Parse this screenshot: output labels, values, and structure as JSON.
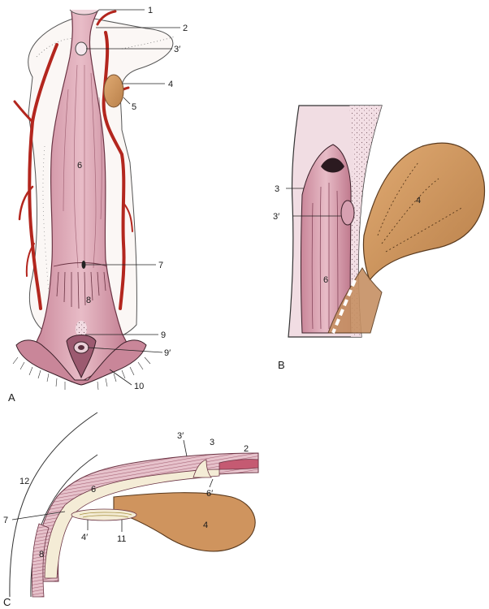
{
  "panels": {
    "a": "A",
    "b": "B",
    "c": "C"
  },
  "labels_a": [
    "1",
    "2",
    "3′",
    "4",
    "5",
    "6",
    "7",
    "8",
    "9",
    "9′",
    "10"
  ],
  "labels_b": [
    "3",
    "3′",
    "4",
    "6"
  ],
  "labels_c": [
    "3′",
    "3",
    "2",
    "12",
    "6",
    "6′",
    "7",
    "4′",
    "11",
    "4",
    "8"
  ],
  "colors": {
    "mucosa": "#d9a0b0",
    "mucosa_dark": "#b06a80",
    "artery": "#b3261e",
    "bladder": "#d69a62",
    "bladder_dark": "#b07a45",
    "wall_hatch": "#b07080",
    "lumen": "#f4ecd6",
    "outline": "#2a2a2a"
  }
}
